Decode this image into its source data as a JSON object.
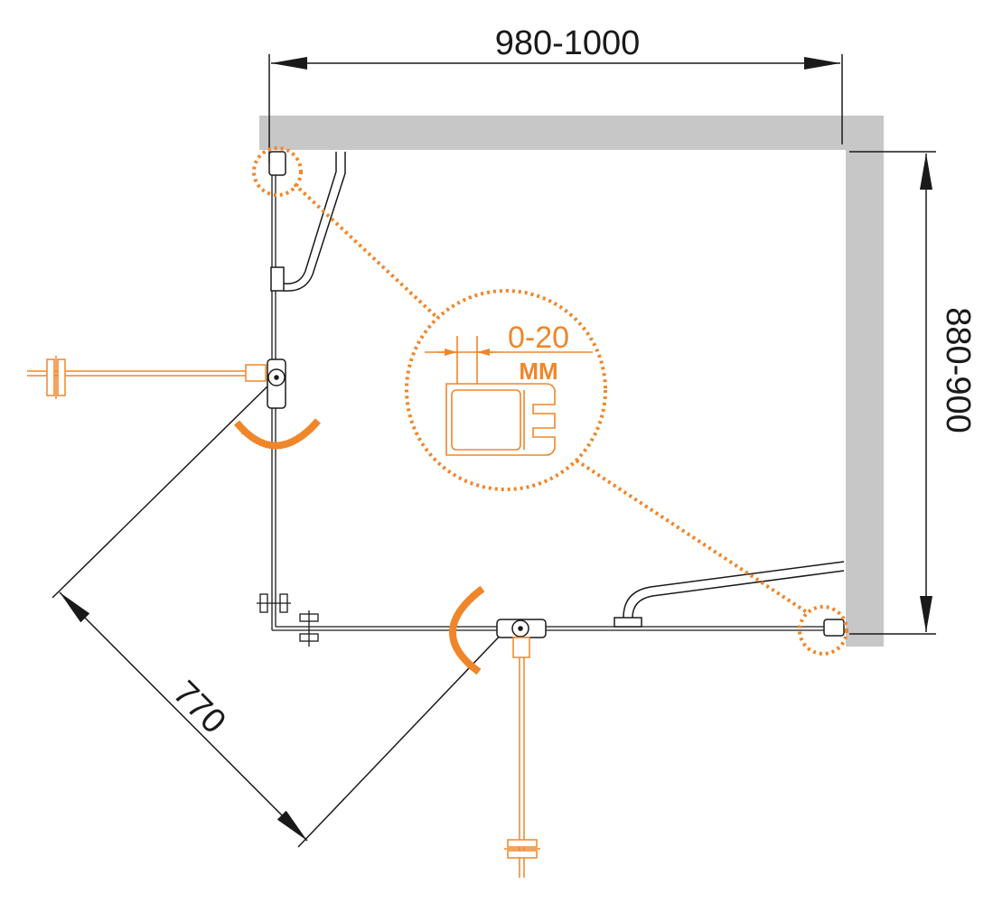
{
  "dimensions": {
    "width": "980-1000",
    "depth": "880-900",
    "diagonal": "770"
  },
  "detail": {
    "gap": "0-20",
    "unit": "MM"
  },
  "colors": {
    "wall": "#c7c7c7",
    "accent": "#f0862a",
    "line": "#1a1a1a"
  }
}
